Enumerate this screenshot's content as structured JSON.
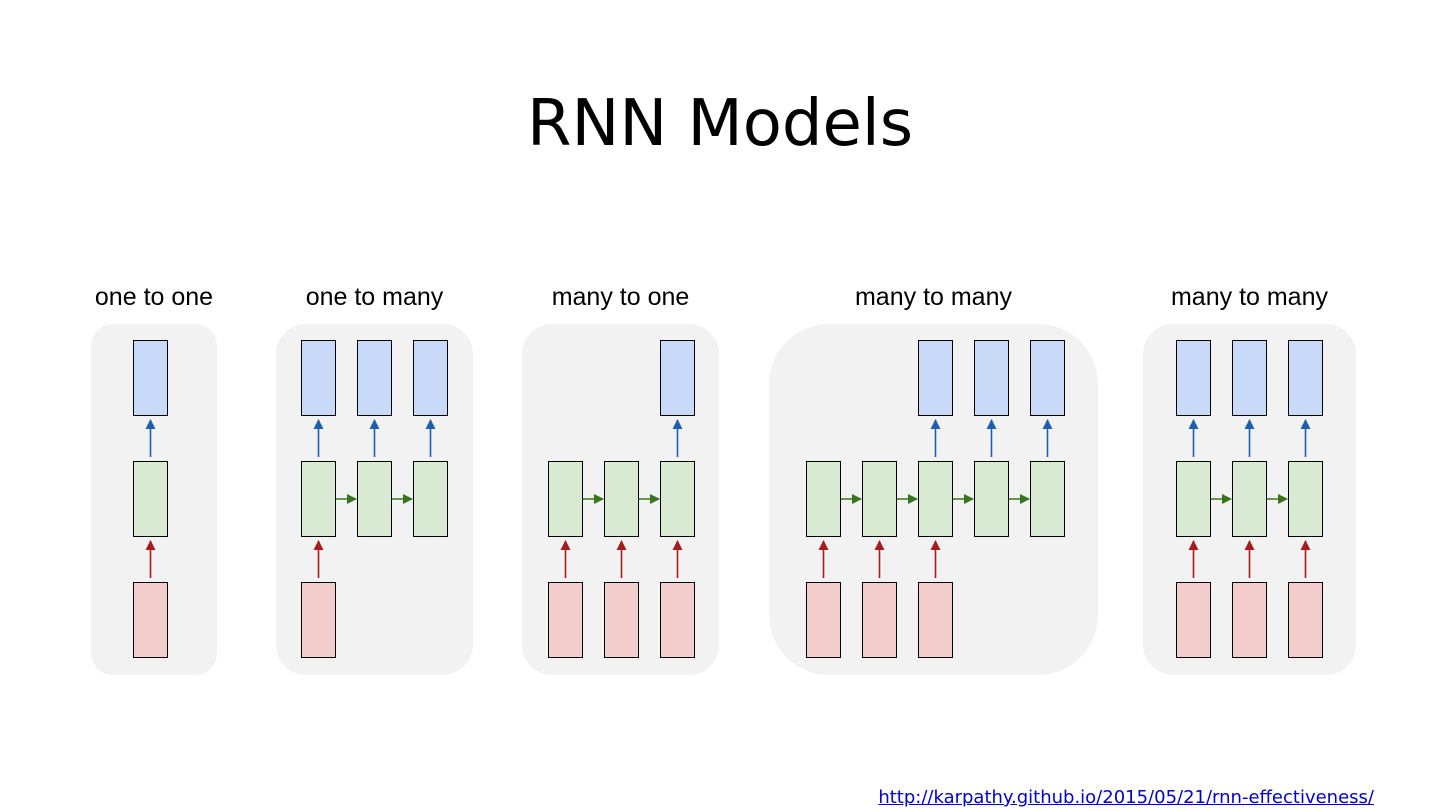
{
  "title": "RNN Models",
  "source_url": "http://karpathy.github.io/2015/05/21/rnn-effectiveness/",
  "colors": {
    "panel_bg": "#f2f2f2",
    "input_fill": "#f3cccc",
    "hidden_fill": "#d9ead3",
    "output_fill": "#c9daf8",
    "input_arrow": "#a61c1c",
    "recurrent_arrow": "#38761d",
    "output_arrow": "#1f5fb0",
    "border": "#000000"
  },
  "panels": [
    {
      "label": "one to one",
      "hidden_steps": 1,
      "input_steps": [
        0
      ],
      "output_steps": [
        0
      ]
    },
    {
      "label": "one to many",
      "hidden_steps": 3,
      "input_steps": [
        0
      ],
      "output_steps": [
        0,
        1,
        2
      ]
    },
    {
      "label": "many to one",
      "hidden_steps": 3,
      "input_steps": [
        0,
        1,
        2
      ],
      "output_steps": [
        2
      ]
    },
    {
      "label": "many to many",
      "hidden_steps": 5,
      "input_steps": [
        0,
        1,
        2
      ],
      "output_steps": [
        2,
        3,
        4
      ]
    },
    {
      "label": "many to many",
      "hidden_steps": 3,
      "input_steps": [
        0,
        1,
        2
      ],
      "output_steps": [
        0,
        1,
        2
      ]
    }
  ]
}
